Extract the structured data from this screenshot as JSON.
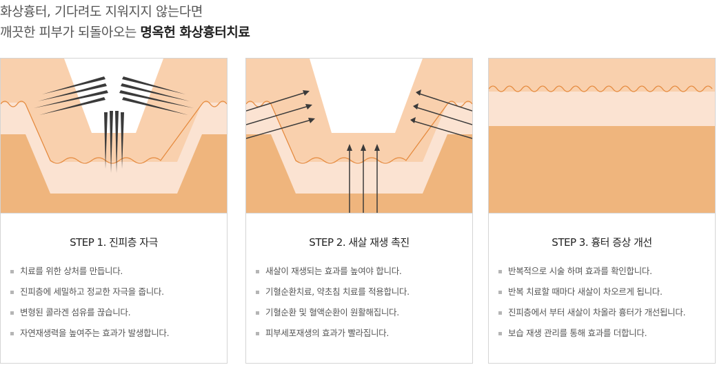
{
  "headline": {
    "line1": "화상흉터, 기다려도 지워지지 않는다면",
    "line2_prefix": "깨끗한 피부가 되돌아오는 ",
    "line2_bold": "명옥헌 화상흉터치료"
  },
  "colors": {
    "top_layer": "#f9d0ad",
    "middle_layer": "#fbe3d2",
    "bottom_layer": "#efb57d",
    "wave": "#e58a3e",
    "needle": "#3a3a3a"
  },
  "steps": [
    {
      "title": "STEP 1. 진피층 자극",
      "items": [
        "치료를 위한 상처를 만듭니다.",
        "진피층에 세밀하고 정교한 자극을 줍니다.",
        "변형된 콜라겐 섬유를 끊습니다.",
        "자연재생력을 높여주는 효과가 발생합니다."
      ]
    },
    {
      "title": "STEP 2. 새살 재생 촉진",
      "items": [
        "새살이 재생되는 효과를 높여야 합니다.",
        "기혈순환치료, 약초침 치료를 적용합니다.",
        "기혈순환 및 혈액순환이 원활해집니다.",
        "피부세포재생의 효과가 빨라집니다."
      ]
    },
    {
      "title": "STEP 3. 흉터 증상 개선",
      "items": [
        "반복적으로 시술 하며 효과를 확인합니다.",
        "반복 치료할 때마다 새살이 차오르게 됩니다.",
        "진피층에서 부터 새살이 차올라 흉터가 개선됩니다.",
        "보습 재생 관리를 통해 효과를 더합니다."
      ]
    }
  ]
}
